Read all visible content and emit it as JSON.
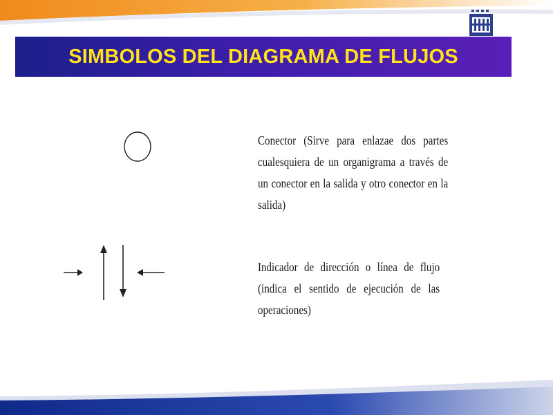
{
  "slide": {
    "title": "SIMBOLOS DEL DIAGRAMA DE FLUJOS",
    "colors": {
      "title_text": "#ffe21a",
      "title_bar_start": "#1c1f8a",
      "title_bar_end": "#5a1fb8",
      "top_band": "#f39a2a",
      "bottom_band": "#1f3aa0"
    },
    "logo_icon": "building-icon"
  },
  "symbols": [
    {
      "name": "conector",
      "icon": "circle-icon",
      "description": "Conector (Sirve para enlazae dos partes cualesquiera de un organigrama a través de un conector en la salida y otro conector en la salida)"
    },
    {
      "name": "indicador-direccion",
      "icon": "arrows-icon",
      "description": "Indicador de dirección o línea de flujo (indica el sentido de ejecución de las operaciones)"
    }
  ]
}
